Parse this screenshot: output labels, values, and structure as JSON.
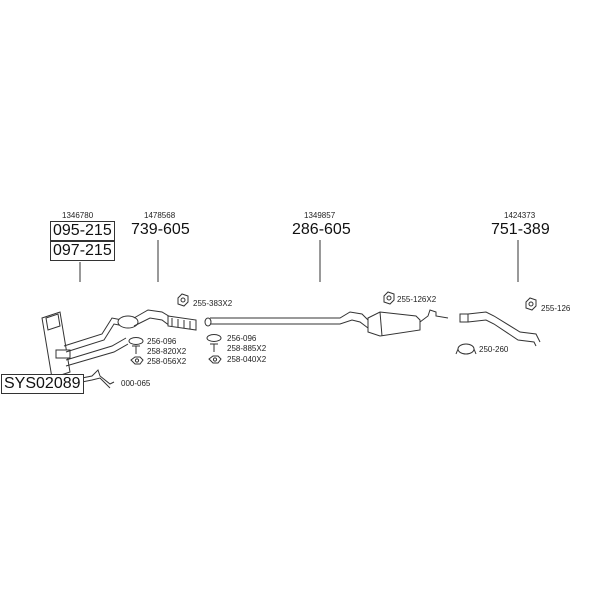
{
  "groups": [
    {
      "oe": "1346780",
      "codes": [
        "095-215",
        "097-215"
      ],
      "system": "SYS02089"
    },
    {
      "oe": "1478568",
      "code": "739-605"
    },
    {
      "oe": "1349857",
      "code": "286-605"
    },
    {
      "oe": "1424373",
      "code": "751-389"
    }
  ],
  "accessories": {
    "a1": "256-096",
    "a2": "258-820X2",
    "a3": "258-056X2",
    "a4": "000-065",
    "a5": "255-383X2",
    "a6": "256-096",
    "a7": "258-885X2",
    "a8": "258-040X2",
    "a9": "255-126X2",
    "a10": "250-260",
    "a11": "255-126"
  }
}
